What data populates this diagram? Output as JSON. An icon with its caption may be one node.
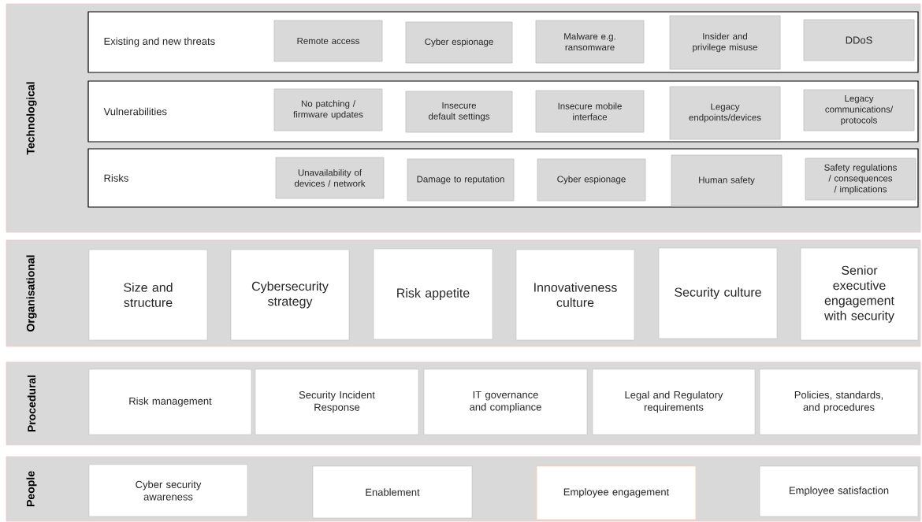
{
  "diagram": {
    "nodes": [
      {
        "text": [
          "Technological"
        ]
      },
      {
        "text": [
          "Existing and new threats"
        ],
        "in": 0
      },
      {
        "text": [
          "Remote access"
        ],
        "in": 1
      },
      {
        "text": [
          "Cyber espionage"
        ],
        "in": 1
      },
      {
        "text": [
          "Malware e.g. ransomware"
        ],
        "in": 1
      },
      {
        "text": [
          "Insider and privilege misuse"
        ],
        "in": 1
      },
      {
        "text": [
          "DDoS"
        ],
        "in": 1
      },
      {
        "text": [
          "Vulnerabilities"
        ],
        "in": 0
      },
      {
        "text": [
          "No patching / firmware updates"
        ],
        "in": 7
      },
      {
        "text": [
          "Insecure default settings"
        ],
        "in": 7
      },
      {
        "text": [
          "Insecure mobile interface"
        ],
        "in": 7
      },
      {
        "text": [
          "Legacy endpoints/devices"
        ],
        "in": 7
      },
      {
        "text": [
          "Legacy communications/ protocols"
        ],
        "in": 7
      },
      {
        "text": [
          "Risks"
        ],
        "in": 0
      },
      {
        "text": [
          "Unavailability of devices / network"
        ],
        "in": 13
      },
      {
        "text": [
          "Damage to reputation"
        ],
        "in": 13
      },
      {
        "text": [
          "Cyber espionage"
        ],
        "in": 13
      },
      {
        "text": [
          "Human safety"
        ],
        "in": 13
      },
      {
        "text": [
          "Safety regulations / consequences / implications"
        ],
        "in": 13
      },
      {
        "text": [
          "Organisational"
        ]
      },
      {
        "text": [
          "Size and structure"
        ],
        "in": 19
      },
      {
        "text": [
          "Cybersecurity strategy"
        ],
        "in": 19
      },
      {
        "text": [
          "Risk appetite"
        ],
        "in": 19
      },
      {
        "text": [
          "Innovativeness culture"
        ],
        "in": 19
      },
      {
        "text": [
          "Security culture"
        ],
        "in": 19
      },
      {
        "text": [
          "Senior executive engagement with security"
        ],
        "in": 19
      },
      {
        "text": [
          "Procedural"
        ]
      },
      {
        "text": [
          "Risk management"
        ],
        "in": 26
      },
      {
        "text": [
          "Security Incident Response"
        ],
        "in": 26
      },
      {
        "text": [
          "IT governance and compliance"
        ],
        "in": 26
      },
      {
        "text": [
          "Legal and Regulatory requirements"
        ],
        "in": 26
      },
      {
        "text": [
          "Policies, standards, and procedures"
        ],
        "in": 26
      },
      {
        "text": [
          "People"
        ]
      },
      {
        "text": [
          "Cyber security awareness"
        ],
        "in": 32
      },
      {
        "text": [
          "Enablement"
        ],
        "in": 32
      },
      {
        "text": [
          "Employee engagement"
        ],
        "in": 32
      },
      {
        "text": [
          "Employee satisfaction"
        ],
        "in": 32
      }
    ]
  }
}
